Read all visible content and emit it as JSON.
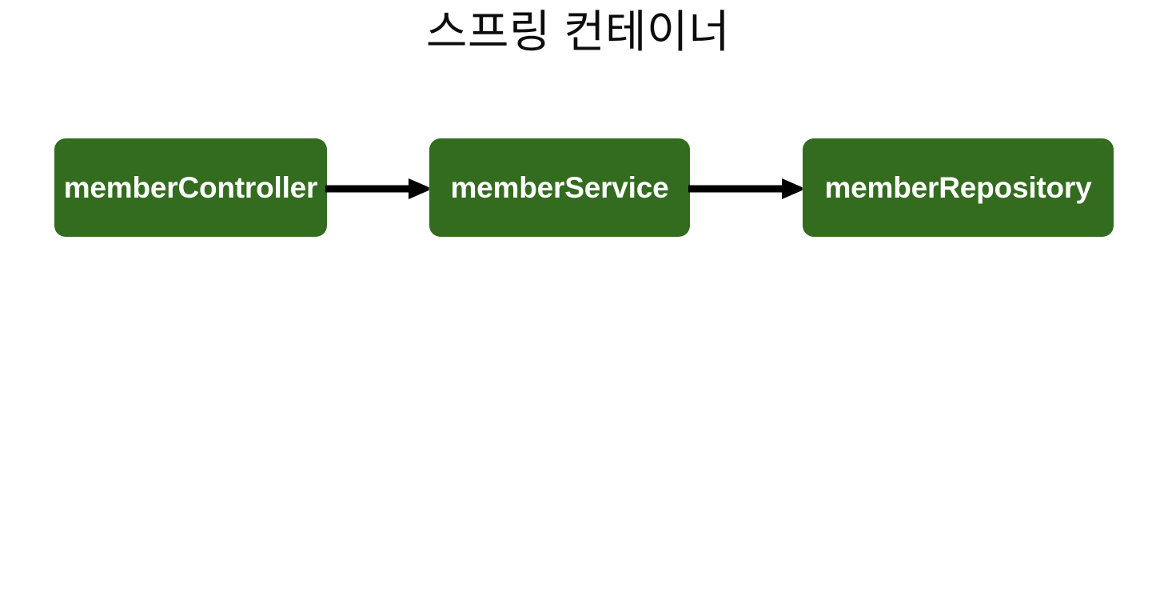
{
  "diagram": {
    "title": "스프링 컨테이너",
    "background_color": "#ffffff",
    "node_fill_color": "#336b1f",
    "node_text_color": "#ffffff",
    "connector_color": "#000000",
    "nodes": [
      {
        "id": "memberController",
        "label": "memberController"
      },
      {
        "id": "memberService",
        "label": "memberService"
      },
      {
        "id": "memberRepository",
        "label": "memberRepository"
      }
    ],
    "connectors": [
      {
        "from": "memberController",
        "to": "memberService",
        "style": "solid-arrow"
      },
      {
        "from": "memberService",
        "to": "memberRepository",
        "style": "solid-arrow"
      }
    ]
  }
}
